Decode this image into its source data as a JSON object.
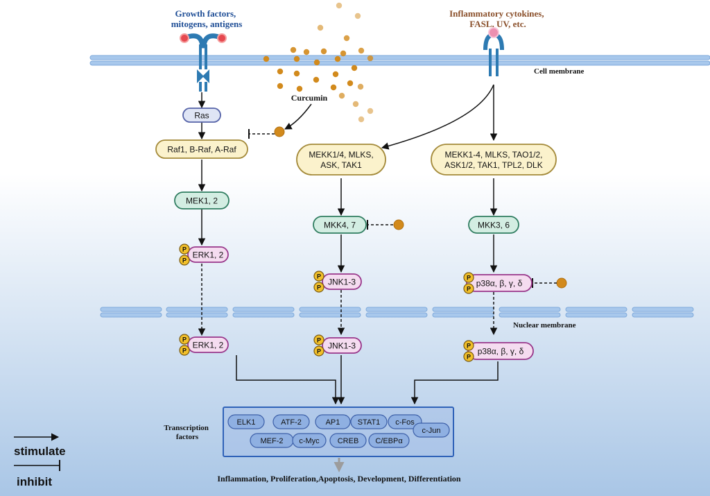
{
  "colors": {
    "background_top": "#ffffff",
    "background_bottom": "#a9c6e6",
    "label_blue": "#1f4e96",
    "label_brown": "#8a4f2a",
    "membrane_blue": "#a8c8ec",
    "curcumin": "#d28a1c",
    "phospho_yellow": "#f2c02a",
    "mapkkk_fill": "#fbf2cc",
    "mapkkk_stroke": "#a48a3a",
    "mapkk_fill": "#d3ede2",
    "mapkk_stroke": "#2f7d60",
    "mapk_fill": "#f5dcf0",
    "mapk_stroke": "#98368a",
    "ras_fill": "#dfe5f5",
    "ras_stroke": "#5563a8",
    "tf_fill": "#a6bfe8",
    "tf_stroke": "#2f62b8"
  },
  "icons": [
    "receptor-icon",
    "cytokine-receptor-icon",
    "curcumin-particle-icon",
    "phosphate-icon"
  ],
  "labels": {
    "growth_factors": [
      "Growth factors,",
      "mitogens, antigens"
    ],
    "inflammatory": [
      "Inflammatory cytokines,",
      "FASL, UV, etc."
    ],
    "curcumin": "Curcumin",
    "cell_membrane": "Cell membrane",
    "nuclear_membrane": "Nuclear membrane",
    "transcription_factors": [
      "Transcription",
      "factors"
    ],
    "outcome": "Inflammation, Proliferation,Apoptosis, Development, Differentiation",
    "phospho": "P"
  },
  "nodes": {
    "ras": "Ras",
    "raf": "Raf1, B-Raf, A-Raf",
    "mek12": "MEK1, 2",
    "erk_cyto": "ERK1, 2",
    "erk_nuc": "ERK1, 2",
    "mekk_jnk": [
      "MEKK1/4, MLKS,",
      "ASK, TAK1"
    ],
    "mkk47": "MKK4, 7",
    "jnk_cyto": "JNK1-3",
    "jnk_nuc": "JNK1-3",
    "mekk_p38": [
      "MEKK1-4, MLKS, TAO1/2,",
      "ASK1/2, TAK1, TPL2, DLK"
    ],
    "mkk36": "MKK3, 6",
    "p38_cyto": "p38α, β, γ, δ",
    "p38_nuc": "p38α, β, γ, δ"
  },
  "transcription_factors": [
    "ELK1",
    "ATF-2",
    "AP1",
    "STAT1",
    "c-Fos",
    "c-Jun",
    "MEF-2",
    "c-Myc",
    "CREB",
    "C/EBPα"
  ],
  "legend": {
    "stimulate": "stimulate",
    "inhibit": "inhibit"
  }
}
